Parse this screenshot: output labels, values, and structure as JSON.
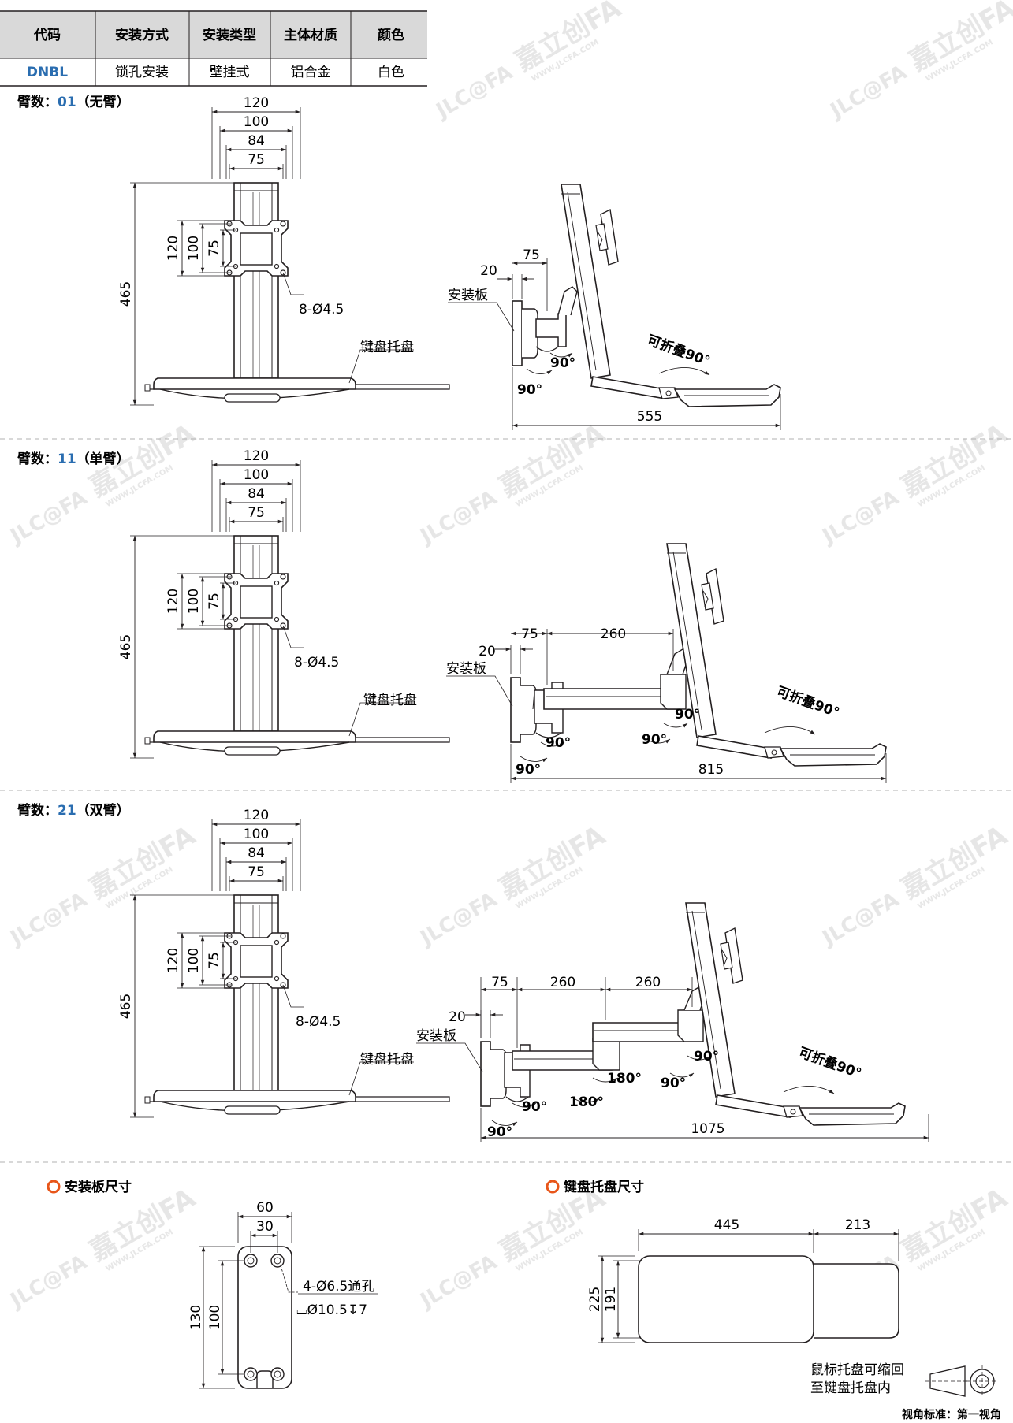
{
  "spec_table": {
    "headers": [
      "代码",
      "安装方式",
      "安装类型",
      "主体材质",
      "颜色"
    ],
    "row": [
      "DNBL",
      "锁孔安装",
      "壁挂式",
      "铝合金",
      "白色"
    ]
  },
  "watermark": {
    "brand": "嘉立创FA",
    "site": "WWW.JLCFA.COM",
    "logo": "JLC@FA"
  },
  "sections": [
    {
      "title_prefix": "臂数：",
      "code": "01",
      "title_suffix": "（无臂）",
      "front": {
        "w120": "120",
        "w100": "100",
        "w84": "84",
        "w75": "75",
        "v120": "120",
        "v100": "100",
        "v75": "75",
        "h465": "465",
        "holes": "8-Ø4.5",
        "tray": "键盘托盘"
      },
      "side": {
        "d20": "20",
        "d75": "75",
        "plate": "安装板",
        "fold": "可折叠90°",
        "a1": "90°",
        "a2": "90°",
        "total": "555"
      }
    },
    {
      "title_prefix": "臂数：",
      "code": "11",
      "title_suffix": "（单臂）",
      "front": {
        "w120": "120",
        "w100": "100",
        "w84": "84",
        "w75": "75",
        "v120": "120",
        "v100": "100",
        "v75": "75",
        "h465": "465",
        "holes": "8-Ø4.5",
        "tray": "键盘托盘"
      },
      "side": {
        "d20": "20",
        "d75": "75",
        "d260": "260",
        "plate": "安装板",
        "fold": "可折叠90°",
        "a1": "90°",
        "a2": "90°",
        "a3": "90°",
        "a4": "90°",
        "total": "815"
      }
    },
    {
      "title_prefix": "臂数：",
      "code": "21",
      "title_suffix": "（双臂）",
      "front": {
        "w120": "120",
        "w100": "100",
        "w84": "84",
        "w75": "75",
        "v120": "120",
        "v100": "100",
        "v75": "75",
        "h465": "465",
        "holes": "8-Ø4.5",
        "tray": "键盘托盘"
      },
      "side": {
        "d20": "20",
        "d75": "75",
        "d260a": "260",
        "d260b": "260",
        "plate": "安装板",
        "fold": "可折叠90°",
        "a90a": "90°",
        "a90b": "90°",
        "a90c": "90°",
        "a90d": "90°",
        "a180a": "180°",
        "a180b": "180°",
        "total": "1075"
      }
    }
  ],
  "plate_detail": {
    "title": "安装板尺寸",
    "w60": "60",
    "w30": "30",
    "h130": "130",
    "h100": "100",
    "holes": "4-Ø6.5通孔",
    "cbore": "⌴Ø10.5↧7"
  },
  "tray_detail": {
    "title": "键盘托盘尺寸",
    "w445": "445",
    "w213": "213",
    "h225": "225",
    "h191": "191",
    "note1": "鼠标托盘可缩回",
    "note2": "至键盘托盘内"
  },
  "projection": {
    "label": "视角标准：第一视角"
  },
  "colors": {
    "accent": "#e8561a",
    "blue": "#2a6db0",
    "line": "#231f20",
    "header_bg": "#d9d9d9"
  }
}
